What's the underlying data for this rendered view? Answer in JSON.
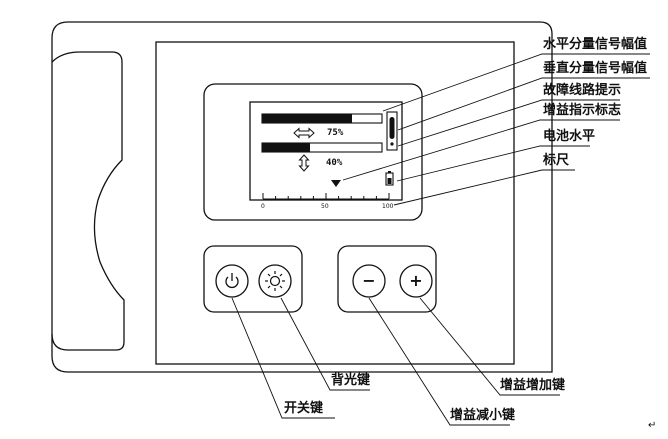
{
  "lcd": {
    "horizontal_value": "75%",
    "vertical_value": "40%",
    "horizontal_level": 0.75,
    "vertical_level": 0.4,
    "scale_ticks": [
      "0",
      "50",
      "100"
    ]
  },
  "callouts": {
    "horizontal_signal": "水平分量信号幅值",
    "vertical_signal": "垂直分量信号幅值",
    "fault_hint": "故障线路提示",
    "gain_indicator": "增益指示标志",
    "battery_level": "电池水平",
    "ruler": "标尺",
    "backlight_key": "背光键",
    "power_key": "开关键",
    "gain_down_key": "增益减小键",
    "gain_up_key": "增益增加键"
  },
  "buttons": {
    "power_symbol": "power-icon",
    "backlight_symbol": "sun-icon",
    "minus_label": "−",
    "plus_label": "+"
  },
  "return_mark": "↵"
}
